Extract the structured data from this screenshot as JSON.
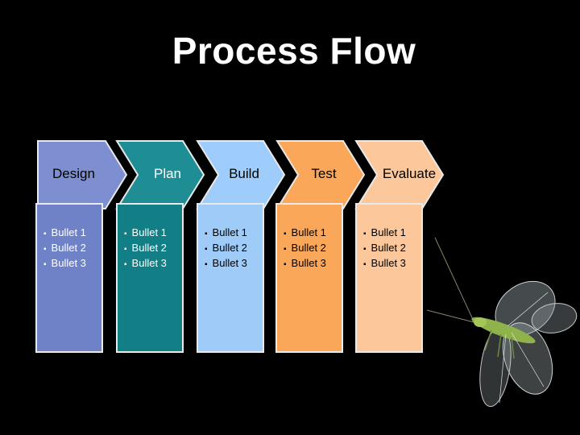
{
  "title": "Process Flow",
  "steps": [
    {
      "label": "Design",
      "bullets": [
        "Bullet 1",
        "Bullet 2",
        "Bullet 3"
      ],
      "chevron_color": "#7d8fd0",
      "card_color": "#6f82c8",
      "text_color": "#000000",
      "card_text_color": "#ffffff"
    },
    {
      "label": "Plan",
      "bullets": [
        "Bullet 1",
        "Bullet 2",
        "Bullet 3"
      ],
      "chevron_color": "#1f8e94",
      "card_color": "#127f86",
      "text_color": "#ffffff",
      "card_text_color": "#ffffff"
    },
    {
      "label": "Build",
      "bullets": [
        "Bullet 1",
        "Bullet 2",
        "Bullet 3"
      ],
      "chevron_color": "#9fcdfb",
      "card_color": "#9ecbf7",
      "text_color": "#000000",
      "card_text_color": "#000000"
    },
    {
      "label": "Test",
      "bullets": [
        "Bullet 1",
        "Bullet 2",
        "Bullet 3"
      ],
      "chevron_color": "#fba75a",
      "card_color": "#fba75a",
      "text_color": "#000000",
      "card_text_color": "#000000"
    },
    {
      "label": "Evaluate",
      "bullets": [
        "Bullet 1",
        "Bullet 2",
        "Bullet 3"
      ],
      "chevron_color": "#fcc79a",
      "card_color": "#fcc79a",
      "text_color": "#000000",
      "card_text_color": "#000000"
    }
  ]
}
